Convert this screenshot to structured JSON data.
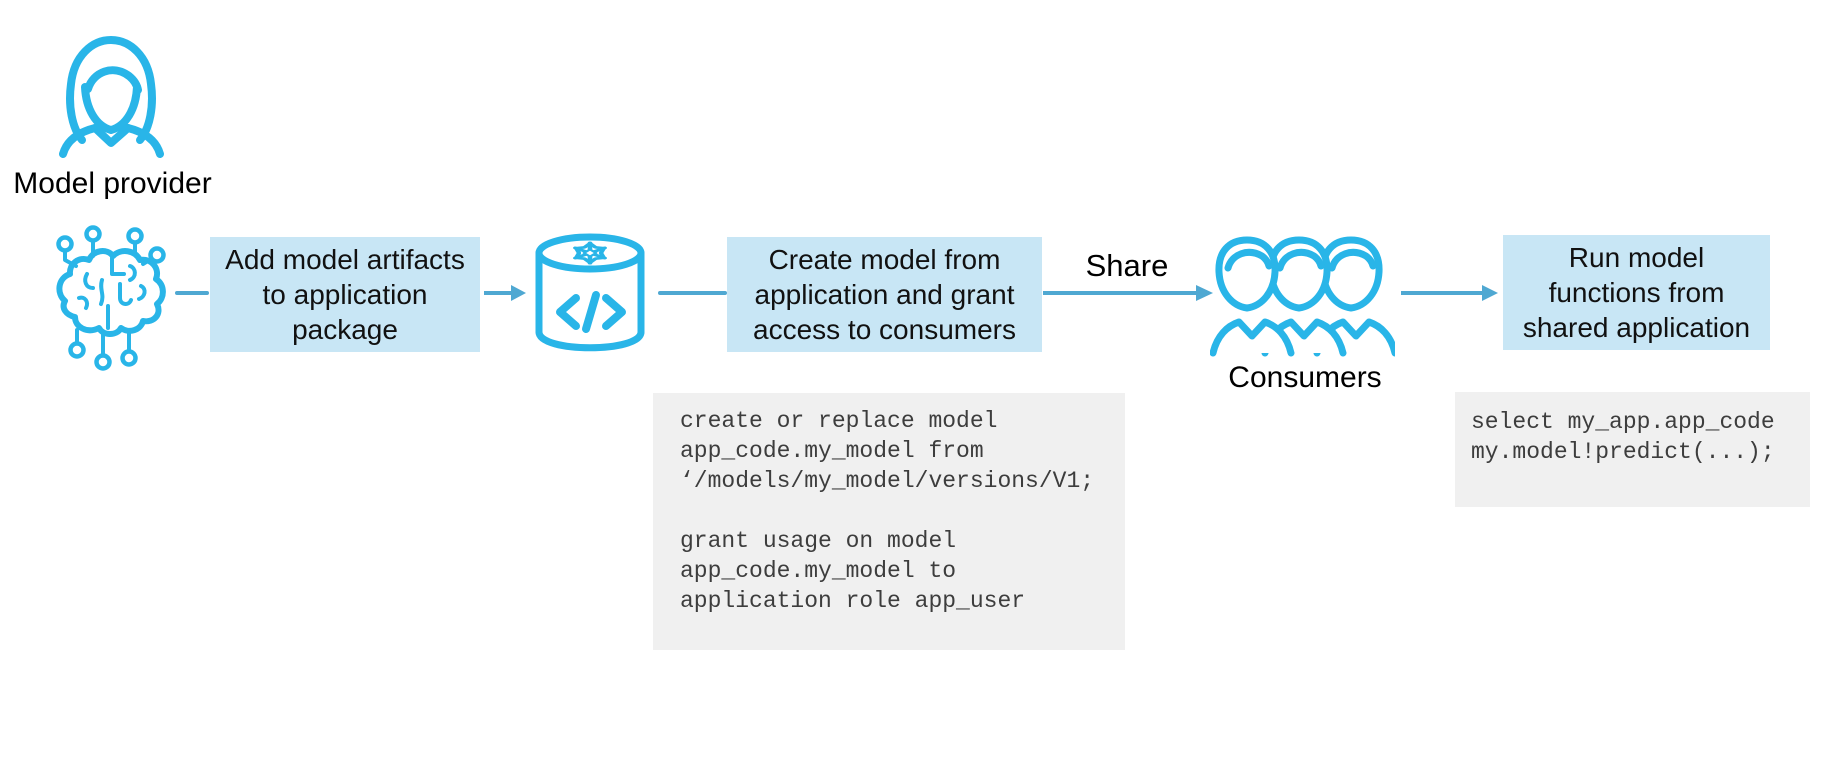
{
  "diagram": {
    "provider_label": "Model provider",
    "consumers_label": "Consumers",
    "share_label": "Share",
    "boxes": [
      {
        "line1": "Add model artifacts",
        "line2": "to application",
        "line3": "package"
      },
      {
        "line1": "Create model from",
        "line2": "application and grant",
        "line3": "access to consumers"
      },
      {
        "line1": "Run model",
        "line2": "functions from",
        "line3": "shared application"
      }
    ],
    "code_blocks": [
      {
        "lines": [
          "create or replace model",
          "app_code.my_model from",
          "‘/models/my_model/versions/V1;",
          "",
          "grant usage on model",
          "app_code.my_model to",
          "application role app_user"
        ]
      },
      {
        "lines": [
          "select my_app.app_code",
          "my.model!predict(...);"
        ]
      }
    ],
    "icons": {
      "provider": "person-icon",
      "model": "ai-brain-circuit-icon",
      "package": "snowflake-database-code-icon",
      "consumers": "people-group-icon"
    },
    "colors": {
      "icon_blue": "#29B5E8",
      "arrow_blue": "#4FA8D2",
      "box_fill": "#C8E6F5",
      "code_bg": "#F0F0F0"
    }
  }
}
